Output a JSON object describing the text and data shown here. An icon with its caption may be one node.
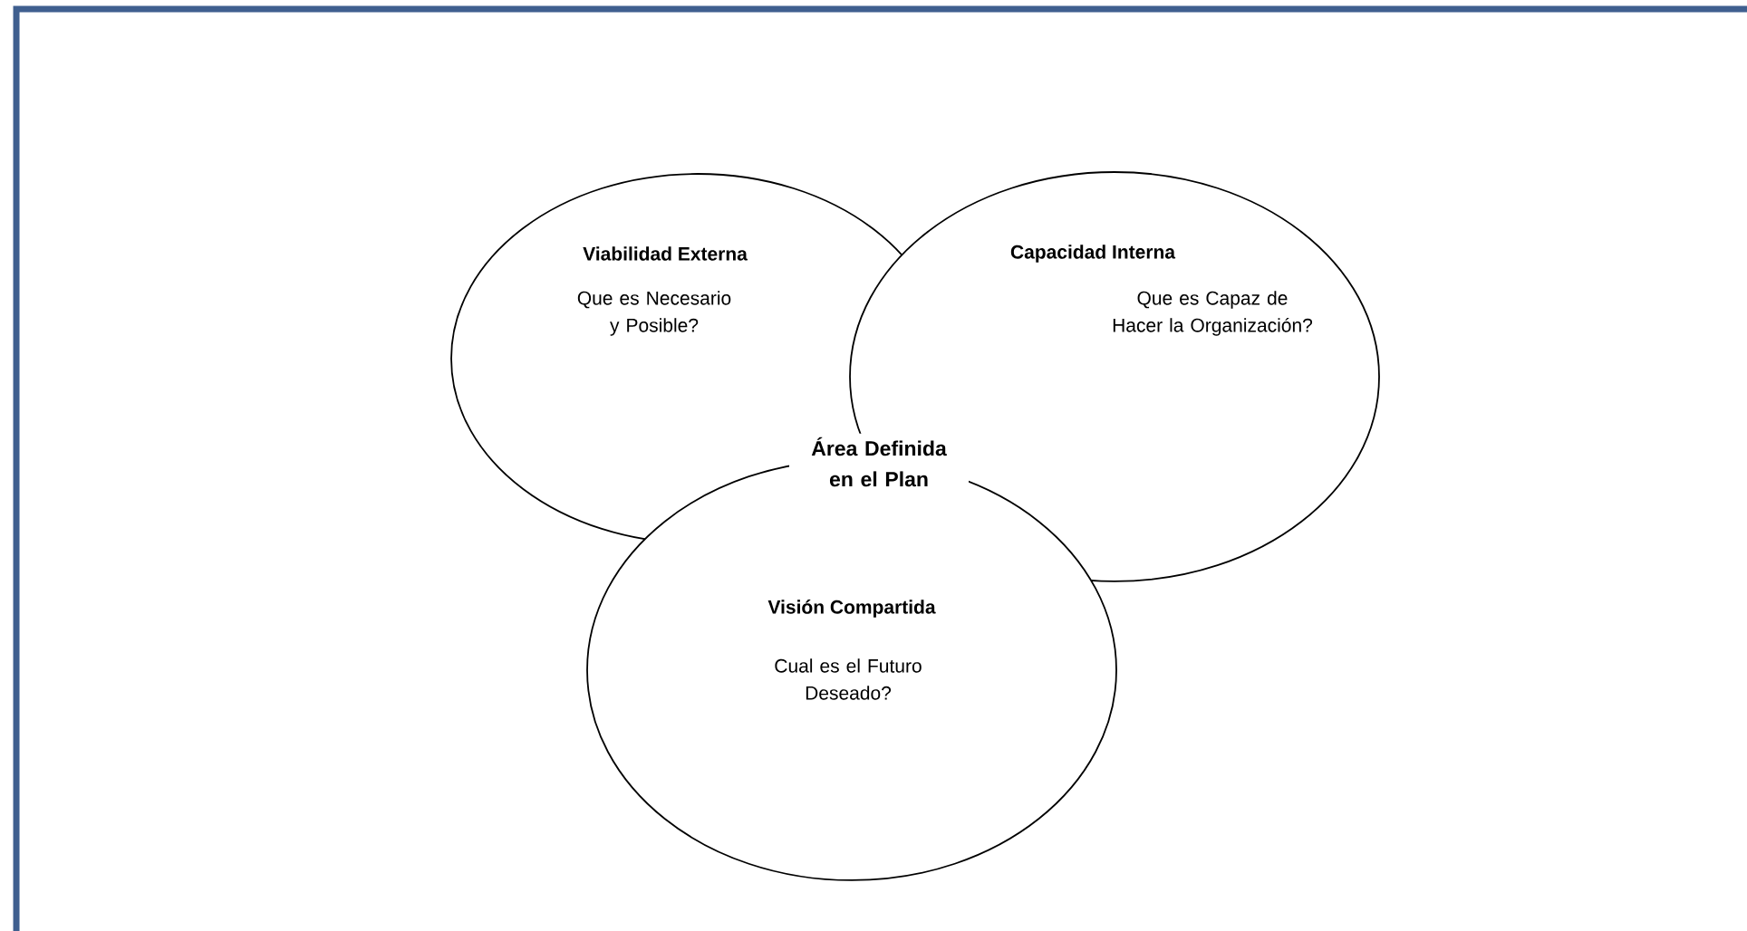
{
  "diagram": {
    "nodes": [
      {
        "text": [
          "Viabilidad Externa",
          "Que es Necesario y Posible?"
        ]
      },
      {
        "text": [
          "Capacidad Interna",
          "Que es Capaz de Hacer la Organización?"
        ]
      },
      {
        "text": [
          "Visión Compartida",
          "Cual es el Futuro Deseado?"
        ]
      }
    ],
    "labels": [
      "Área Definida en el Plan"
    ]
  }
}
